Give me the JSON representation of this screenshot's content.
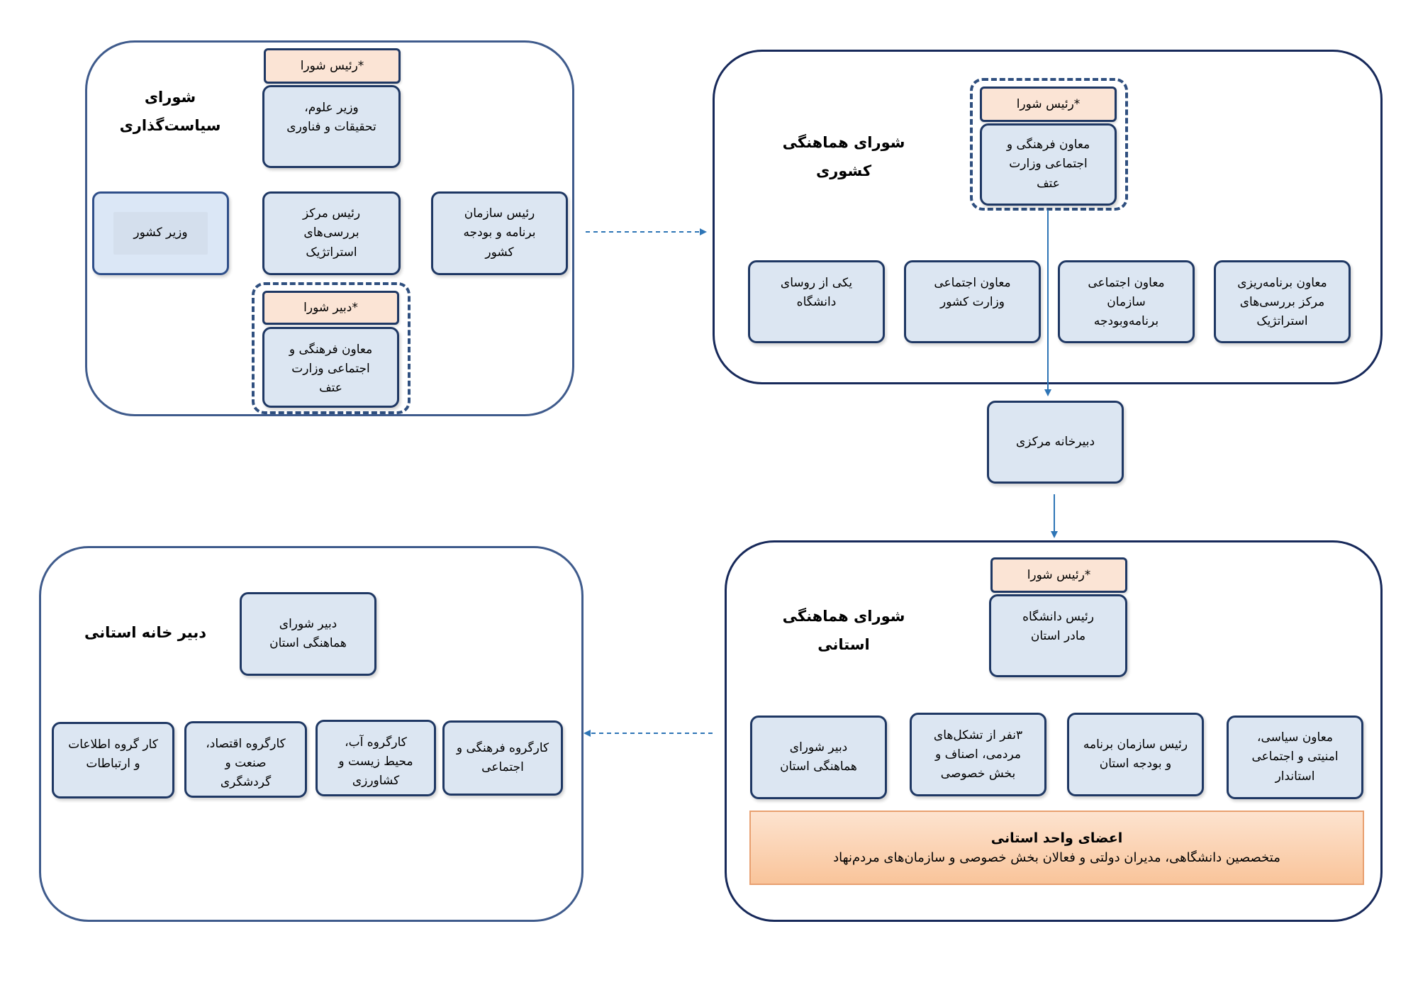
{
  "policy_council": {
    "title": "شورای\nسیاست‌گذاری",
    "chair_tag": "*رئیس شورا",
    "chair": "وزیر علوم،\nتحقیقات و فناوری",
    "left_member": "وزیر کشور",
    "center_member": "رئیس مرکز\nبررسی‌های\nاستراتژیک",
    "right_member": "رئیس سازمان\nبرنامه و بودجه\nکشور",
    "secretary_tag": "*دبیر شورا",
    "secretary": "معاون فرهنگی و\nاجتماعی وزارت\nعتف"
  },
  "national_council": {
    "title": "شورای هماهنگی\nکشوری",
    "chair_tag": "*رئیس شورا",
    "chair": "معاون فرهنگی و\nاجتماعی وزارت\nعتف",
    "members": [
      "یکی از روسای\nدانشگاه",
      "معاون اجتماعی\nوزارت کشور",
      "معاون اجتماعی\nسازمان\nبرنامه‌وبودجه",
      "معاون برنامه‌ریزی\nمرکز بررسی‌های\nاستراتژیک"
    ]
  },
  "central_secretariat": "دبیرخانه مرکزی",
  "provincial_council": {
    "title": "شورای هماهنگی\nاستانی",
    "chair_tag": "*رئیس شورا",
    "chair": "رئیس دانشگاه\nمادر استان",
    "members": [
      "دبیر شورای\nهماهنگی استان",
      "۳نفر از تشکل‌های\nمردمی، اصناف و\nبخش خصوصی",
      "رئیس سازمان برنامه\nو بودجه استان",
      "معاون سیاسی،\nامنیتی و اجتماعی\nاستاندار"
    ],
    "unit_members_title": "اعضای واحد استانی",
    "unit_members_desc": "متخصصین دانشگاهی، مدیران دولتی و فعالان بخش خصوصی و سازمان‌های مردم‌نهاد"
  },
  "provincial_secretariat": {
    "title": "دبیر خانه استانی",
    "secretary": "دبیر شورای\nهماهنگی استان",
    "workgroups": [
      "کار گروه اطلاعات\nو ارتباطات",
      "کارگروه اقتصاد،\nصنعت و\nگردشگری",
      "کارگروه آب،\nمحیط زیست و\nکشاورزی",
      "کارگروه فرهنگی و\nاجتماعی"
    ]
  },
  "colors": {
    "box_fill": "#dce6f2",
    "box_border": "#1f3864",
    "chair_tag_fill": "#fbe4d5",
    "arrow": "#2e75b6",
    "members_band": "#f9c49a"
  }
}
